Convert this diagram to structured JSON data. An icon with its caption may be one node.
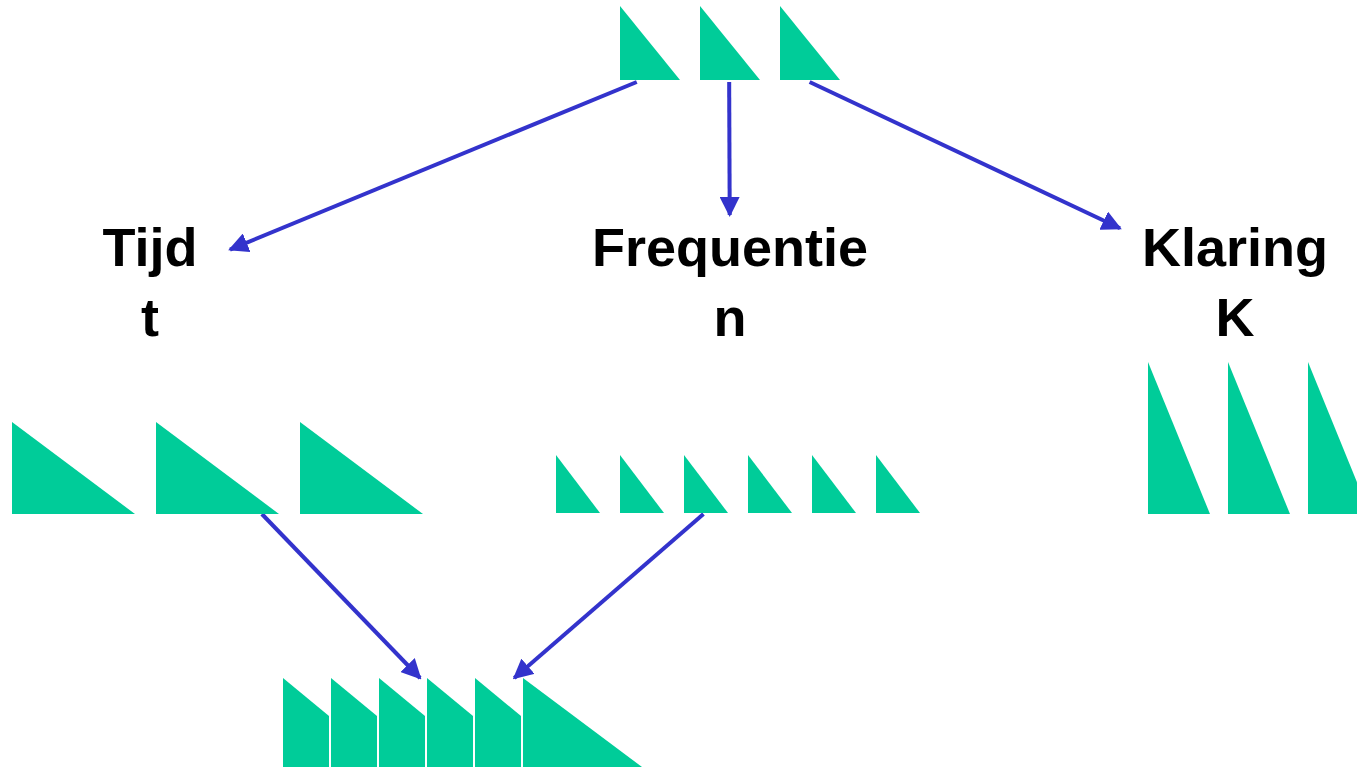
{
  "diagram": {
    "nodes": [
      {
        "text": [],
        "shape": "triangle"
      },
      {
        "text": [
          "Tijd",
          "t"
        ]
      },
      {
        "text": [
          "Frequentie",
          "n"
        ]
      },
      {
        "text": [
          "Klaring",
          "K"
        ]
      },
      {
        "text": [],
        "shape": "triangle"
      },
      {
        "text": [],
        "shape": "triangle"
      },
      {
        "text": [],
        "shape": "triangle"
      },
      {
        "text": [],
        "shape": "triangle"
      }
    ],
    "edges": [
      {
        "from": 0,
        "to": 1,
        "arrow": "to"
      },
      {
        "from": 0,
        "to": 2,
        "arrow": "to"
      },
      {
        "from": 0,
        "to": 3,
        "arrow": "to"
      },
      {
        "from": 4,
        "to": 7,
        "arrow": "to"
      },
      {
        "from": 5,
        "to": 7,
        "arrow": "to"
      }
    ]
  }
}
